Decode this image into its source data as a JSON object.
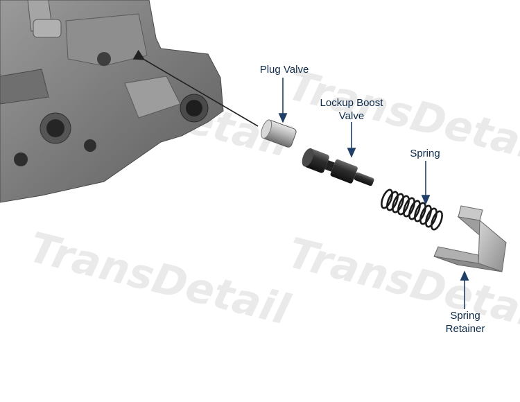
{
  "watermark": "TransDetail",
  "labels": {
    "plug_valve": "Plug Valve",
    "lockup_boost_line1": "Lockup Boost",
    "lockup_boost_line2": "Valve",
    "spring": "Spring",
    "spring_retainer_line1": "Spring",
    "spring_retainer_line2": "Retainer"
  },
  "colors": {
    "label_text": "#0d2a4a",
    "arrow": "#1f3f66",
    "metal_light": "#b8b8b8",
    "metal_dark": "#3a3a3a"
  }
}
